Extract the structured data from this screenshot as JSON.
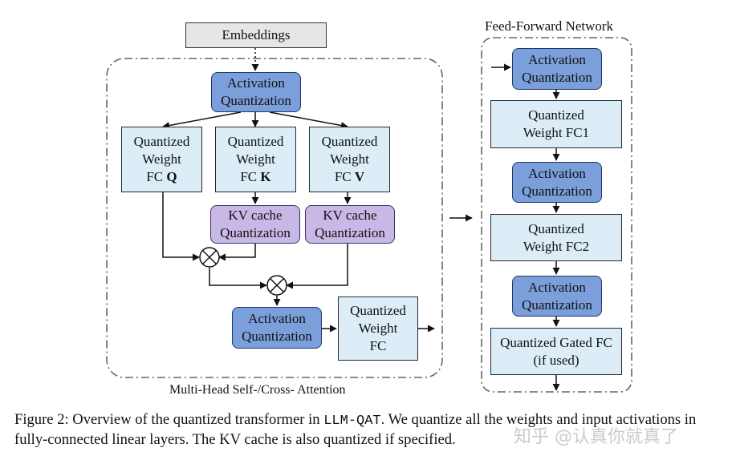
{
  "embeddings": "Embeddings",
  "attention": {
    "title": "Multi-Head Self-/Cross- Attention",
    "act_top": "Activation Quantization",
    "q": {
      "line1": "Quantized",
      "line2": "Weight",
      "line3a": "FC ",
      "line3b": "Q"
    },
    "k": {
      "line1": "Quantized",
      "line2": "Weight",
      "line3a": "FC ",
      "line3b": "K"
    },
    "v": {
      "line1": "Quantized",
      "line2": "Weight",
      "line3a": "FC ",
      "line3b": "V"
    },
    "kv_k": "KV cache Quantization",
    "kv_v": "KV cache Quantization",
    "act_bottom": "Activation Quantization",
    "fc_out": {
      "line1": "Quantized",
      "line2": "Weight",
      "line3": "FC"
    }
  },
  "ffn": {
    "title": "Feed-Forward Network",
    "act1": "Activation Quantization",
    "fc1": "Quantized Weight FC1",
    "act2": "Activation Quantization",
    "fc2": "Quantized Weight FC2",
    "act3": "Activation Quantization",
    "gated": "Quantized Gated FC (if used)"
  },
  "caption": {
    "part1": "Figure 2: Overview of the quantized transformer in ",
    "code": "LLM-QAT",
    "part2": ". We quantize all the weights and input activations in fully-connected linear layers. The KV cache is also quantized if specified."
  },
  "watermark": "知乎 @认真你就真了",
  "colors": {
    "activation_fill": "#7b9fda",
    "weight_fill": "#dcedf7",
    "kv_fill": "#c8b8e6",
    "embedding_fill": "#e6e6e6"
  }
}
